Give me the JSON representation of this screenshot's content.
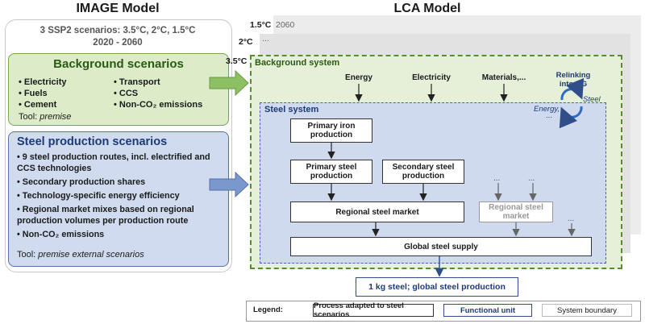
{
  "titles": {
    "image_model": "IMAGE Model",
    "lca_model": "LCA Model"
  },
  "scenarios": {
    "line1": "3 SSP2 scenarios: 3.5°C, 2°C, 1.5°C",
    "line2": "2020 - 2060"
  },
  "background_scenarios": {
    "title": "Background scenarios",
    "items_left": [
      "Electricity",
      "Fuels",
      "Cement"
    ],
    "items_right": [
      "Transport",
      "CCS",
      "Non-CO₂ emissions"
    ],
    "tool_prefix": "Tool: ",
    "tool_name": "premise"
  },
  "steel_scenarios": {
    "title": "Steel production scenarios",
    "bullets": [
      "9 steel production routes, incl. electrified and CCS technologies",
      "Secondary production shares",
      "Technology-specific energy efficiency",
      "Regional market mixes based on regional production volumes per production route",
      "Non-CO₂ emissions"
    ],
    "tool_prefix": "Tool: ",
    "tool_name": "premise external scenarios"
  },
  "layers": {
    "t15": "1.5°C",
    "t15_year": "2060",
    "t2": "2°C",
    "t2_dots": "...",
    "t35": "3.5°C"
  },
  "background_system": {
    "label": "Background system",
    "inputs": [
      "Energy",
      "Electricity",
      "Materials,..."
    ],
    "relink": "Relinking into BG",
    "relink_steel": "Steel",
    "relink_energy": "Energy,",
    "relink_dots": "..."
  },
  "steel_system": {
    "label": "Steel system",
    "primary_iron": "Primary iron production",
    "primary_steel": "Primary steel production",
    "secondary_steel": "Secondary steel production",
    "regional_market": "Regional steel market",
    "regional_market_gray": "Regional steel market",
    "global_supply": "Global steel supply",
    "dots": "..."
  },
  "functional_unit": "1 kg steel; global steel production",
  "legend": {
    "label": "Legend:",
    "process": "Process adapted to steel scenarios",
    "fu": "Functional unit",
    "boundary": "System boundary"
  },
  "colors": {
    "green": "#70a84a",
    "blue": "#5272a8",
    "arrow_green": "#8dc064",
    "arrow_blue": "#7b98cc"
  }
}
